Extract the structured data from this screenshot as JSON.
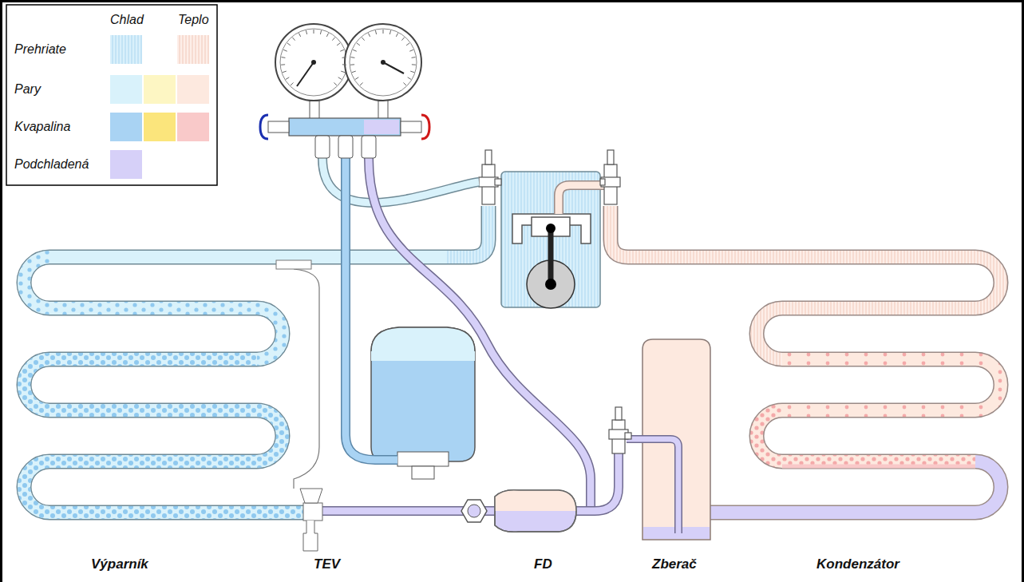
{
  "diagram": {
    "labels": [
      "Chlad",
      "Teplo",
      "Výparník",
      "TEV",
      "FD",
      "Zberač",
      "Kondenzátor"
    ],
    "legend": [
      {
        "text": "Prehriate"
      },
      {
        "text": "Pary",
        "color": "#d9f2fb"
      },
      {
        "text": "Kvapalina",
        "color": "#a9d3f3"
      },
      {
        "text": "Podchladená",
        "color": "#d6d0f8"
      }
    ]
  }
}
